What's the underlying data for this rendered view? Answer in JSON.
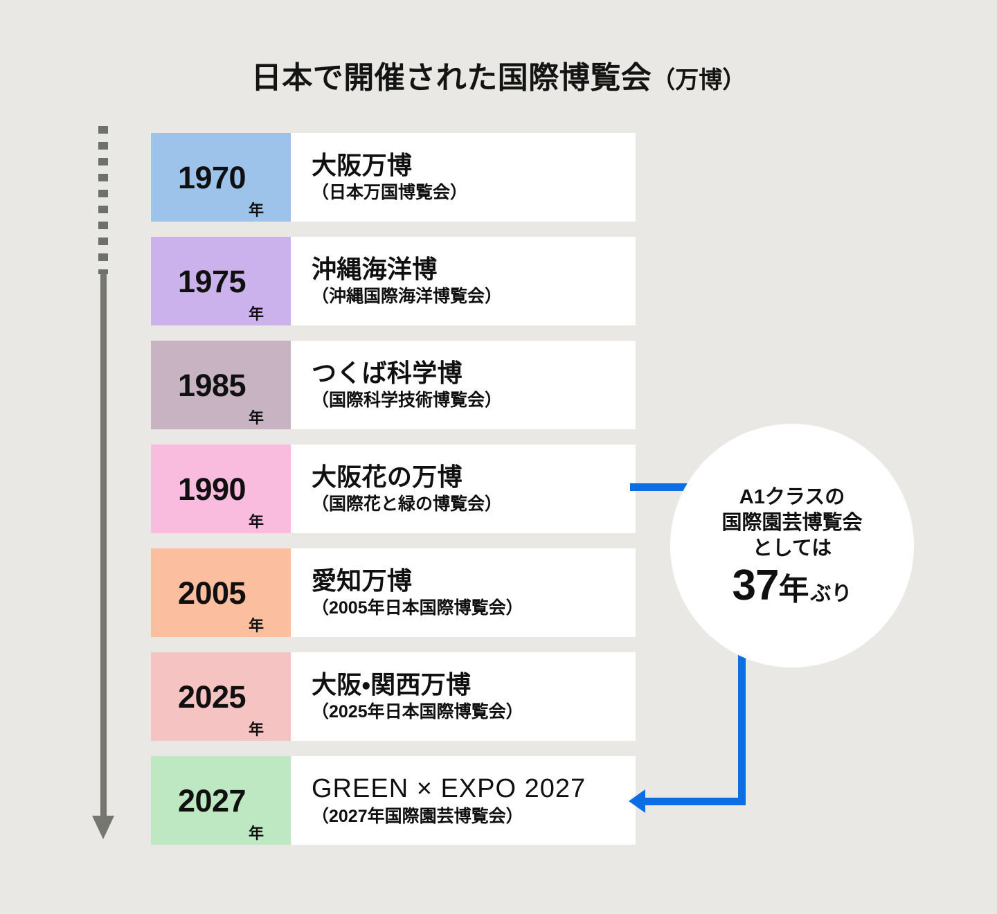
{
  "title": {
    "main": "日本で開催された国際博覧会",
    "paren": "（万博）"
  },
  "colors": {
    "background": "#E9E8E4",
    "card": "#FFFFFF",
    "accent_blue": "#0B6FE3",
    "axis_gray": "#74766F",
    "text": "#101010"
  },
  "timeline": {
    "axis": {
      "style": "dotted-to-solid-arrow",
      "direction": "down"
    },
    "rows": [
      {
        "year": "1970",
        "year_suffix": "年",
        "name": "大阪万博",
        "full_name": "（日本万国博覧会）",
        "chip_color": "#9DC3EB",
        "latin": false
      },
      {
        "year": "1975",
        "year_suffix": "年",
        "name": "沖縄海洋博",
        "full_name": "（沖縄国際海洋博覧会）",
        "chip_color": "#CBB2EC",
        "latin": false
      },
      {
        "year": "1985",
        "year_suffix": "年",
        "name": "つくば科学博",
        "full_name": "（国際科学技術博覧会）",
        "chip_color": "#C8B3C2",
        "latin": false
      },
      {
        "year": "1990",
        "year_suffix": "年",
        "name": "大阪花の万博",
        "full_name": "（国際花と緑の博覧会）",
        "chip_color": "#F9BCDF",
        "latin": false
      },
      {
        "year": "2005",
        "year_suffix": "年",
        "name": "愛知万博",
        "full_name": "（2005年日本国際博覧会）",
        "chip_color": "#FBBE9E",
        "latin": false
      },
      {
        "year": "2025",
        "year_suffix": "年",
        "name": "大阪・関西万博",
        "full_name": "（2025年日本国際博覧会）",
        "chip_color": "#F4C3C2",
        "latin": false
      },
      {
        "year": "2027",
        "year_suffix": "年",
        "name": "GREEN × EXPO 2027",
        "full_name": "（2027年国際園芸博覧会）",
        "chip_color": "#BEE8C2",
        "latin": true
      }
    ]
  },
  "callout": {
    "line1": "A1クラスの",
    "line2": "国際園芸博覧会",
    "line3": "としては",
    "big_number": "37",
    "big_unit": "年",
    "big_tail": "ぶり"
  }
}
